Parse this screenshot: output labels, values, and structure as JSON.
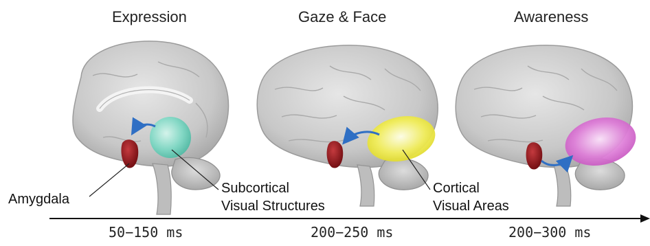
{
  "panels": [
    {
      "title": "Expression",
      "time": "50−150 ms",
      "region_color": "#7fd8c4"
    },
    {
      "title": "Gaze & Face",
      "time": "200−250 ms",
      "region_color": "#f2ee5a"
    },
    {
      "title": "Awareness",
      "time": "200−300 ms",
      "region_color": "#de7fd8"
    }
  ],
  "labels": {
    "amygdala": "Amygdala",
    "subcortical_line1": "Subcortical",
    "subcortical_line2": "Visual Structures",
    "cortical_line1": "Cortical",
    "cortical_line2": "Visual Areas"
  },
  "colors": {
    "amygdala": "#8a1418",
    "arrow": "#2f6fc4",
    "brain": "#c9c9c9"
  }
}
